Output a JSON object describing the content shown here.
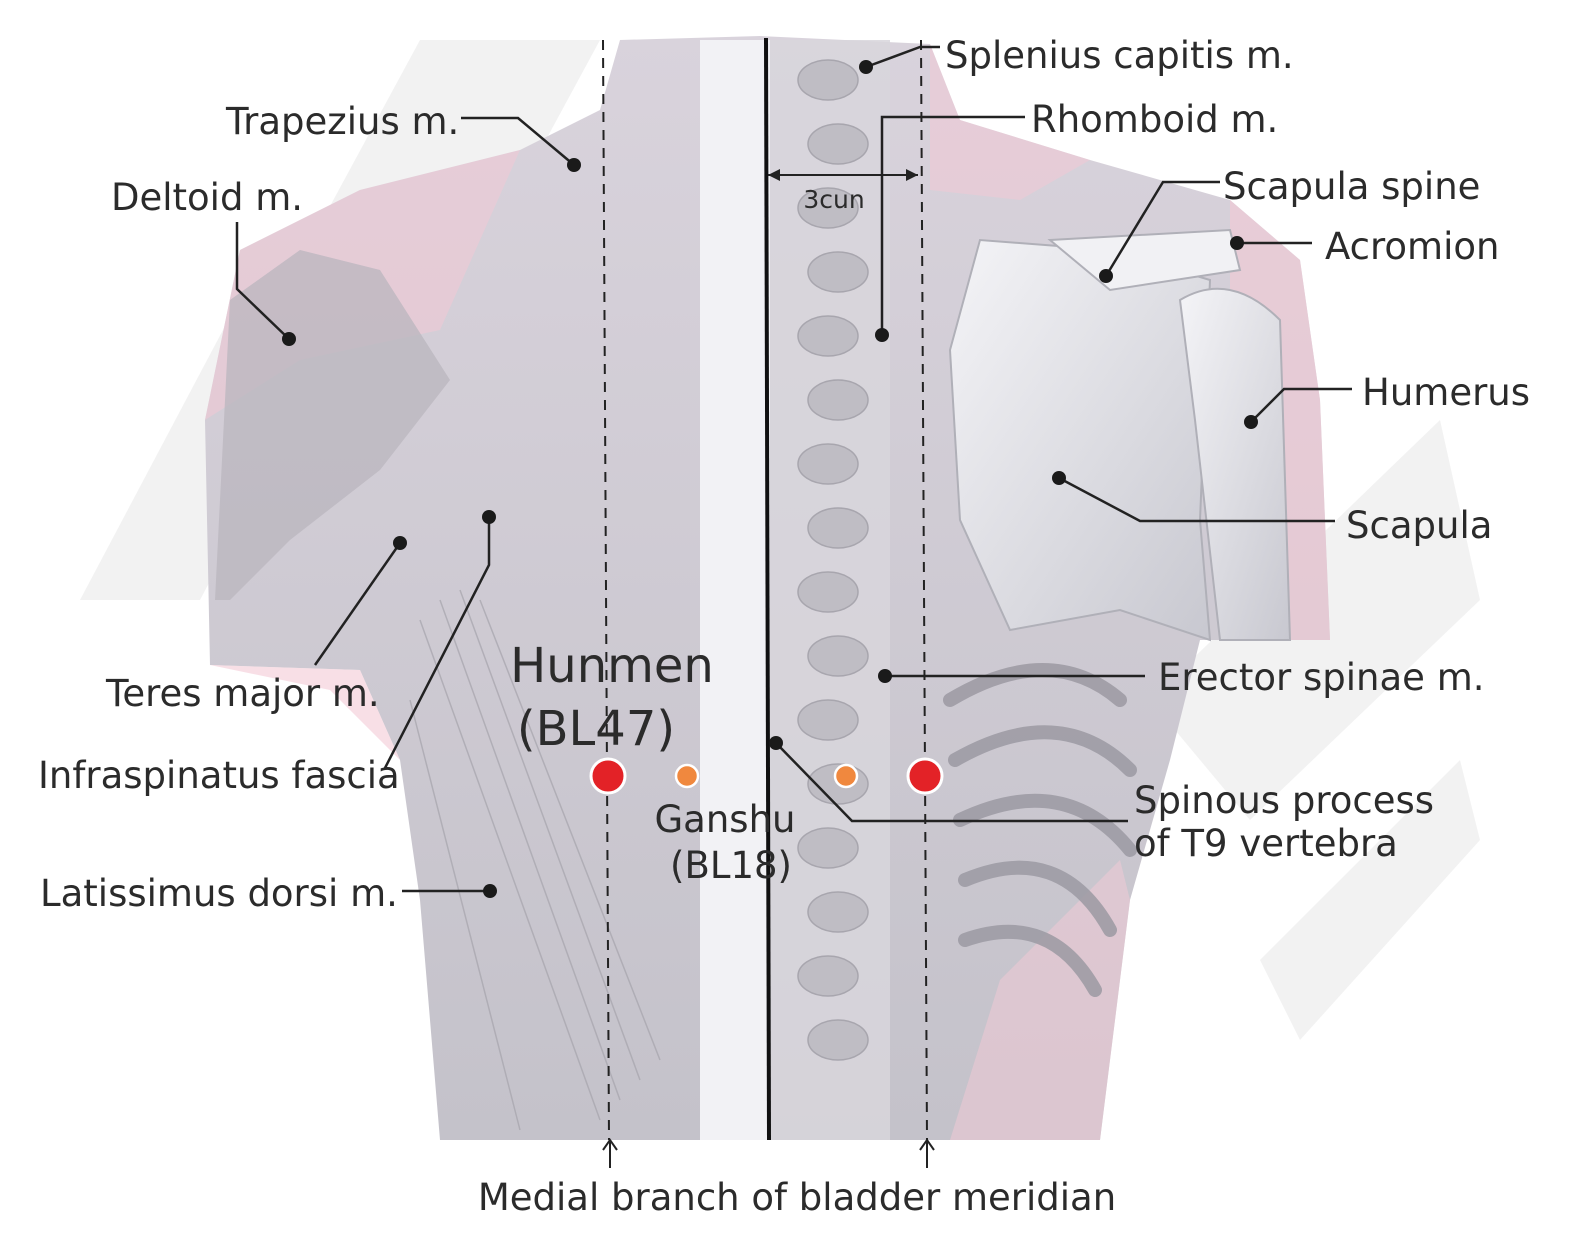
{
  "labels": {
    "splenius": "Splenius capitis m.",
    "rhomboid": "Rhomboid m.",
    "scapula_spine": "Scapula spine",
    "acromion": "Acromion",
    "humerus": "Humerus",
    "scapula": "Scapula",
    "erector": "Erector spinae m.",
    "spinous_1": "Spinous process",
    "spinous_2": "of T9 vertebra",
    "trapezius": "Trapezius m.",
    "deltoid": "Deltoid m.",
    "teres": "Teres major m.",
    "infraspinatus": "Infraspinatus fascia",
    "latissimus": "Latissimus dorsi m.",
    "cun": "3cun",
    "meridian": "Medial branch of bladder meridian"
  },
  "points": {
    "hunmen_name": "Hunmen",
    "hunmen_code": "(BL47)",
    "ganshu_name": "Ganshu",
    "ganshu_code": "(BL18)"
  },
  "colors": {
    "acupoint_primary": "#e32227",
    "acupoint_secondary": "#f0883e",
    "skin_pink": "#f3c9d6",
    "muscle_gray": "#c9c9cf",
    "bone_white": "#eeeef2"
  }
}
